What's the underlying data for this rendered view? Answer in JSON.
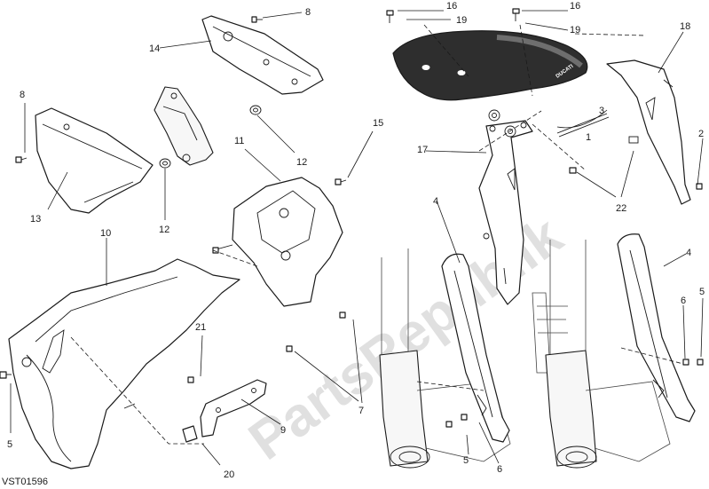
{
  "diagram": {
    "drawing_code": "VST01596",
    "watermark": "PartsRepublik",
    "logo_text": "DUCATI",
    "callouts": [
      "1",
      "2",
      "3",
      "4",
      "4",
      "5",
      "5",
      "5",
      "6",
      "6",
      "7",
      "8",
      "8",
      "9",
      "10",
      "11",
      "12",
      "12",
      "13",
      "14",
      "15",
      "16",
      "16",
      "17",
      "18",
      "19",
      "19",
      "20",
      "21",
      "22"
    ]
  }
}
